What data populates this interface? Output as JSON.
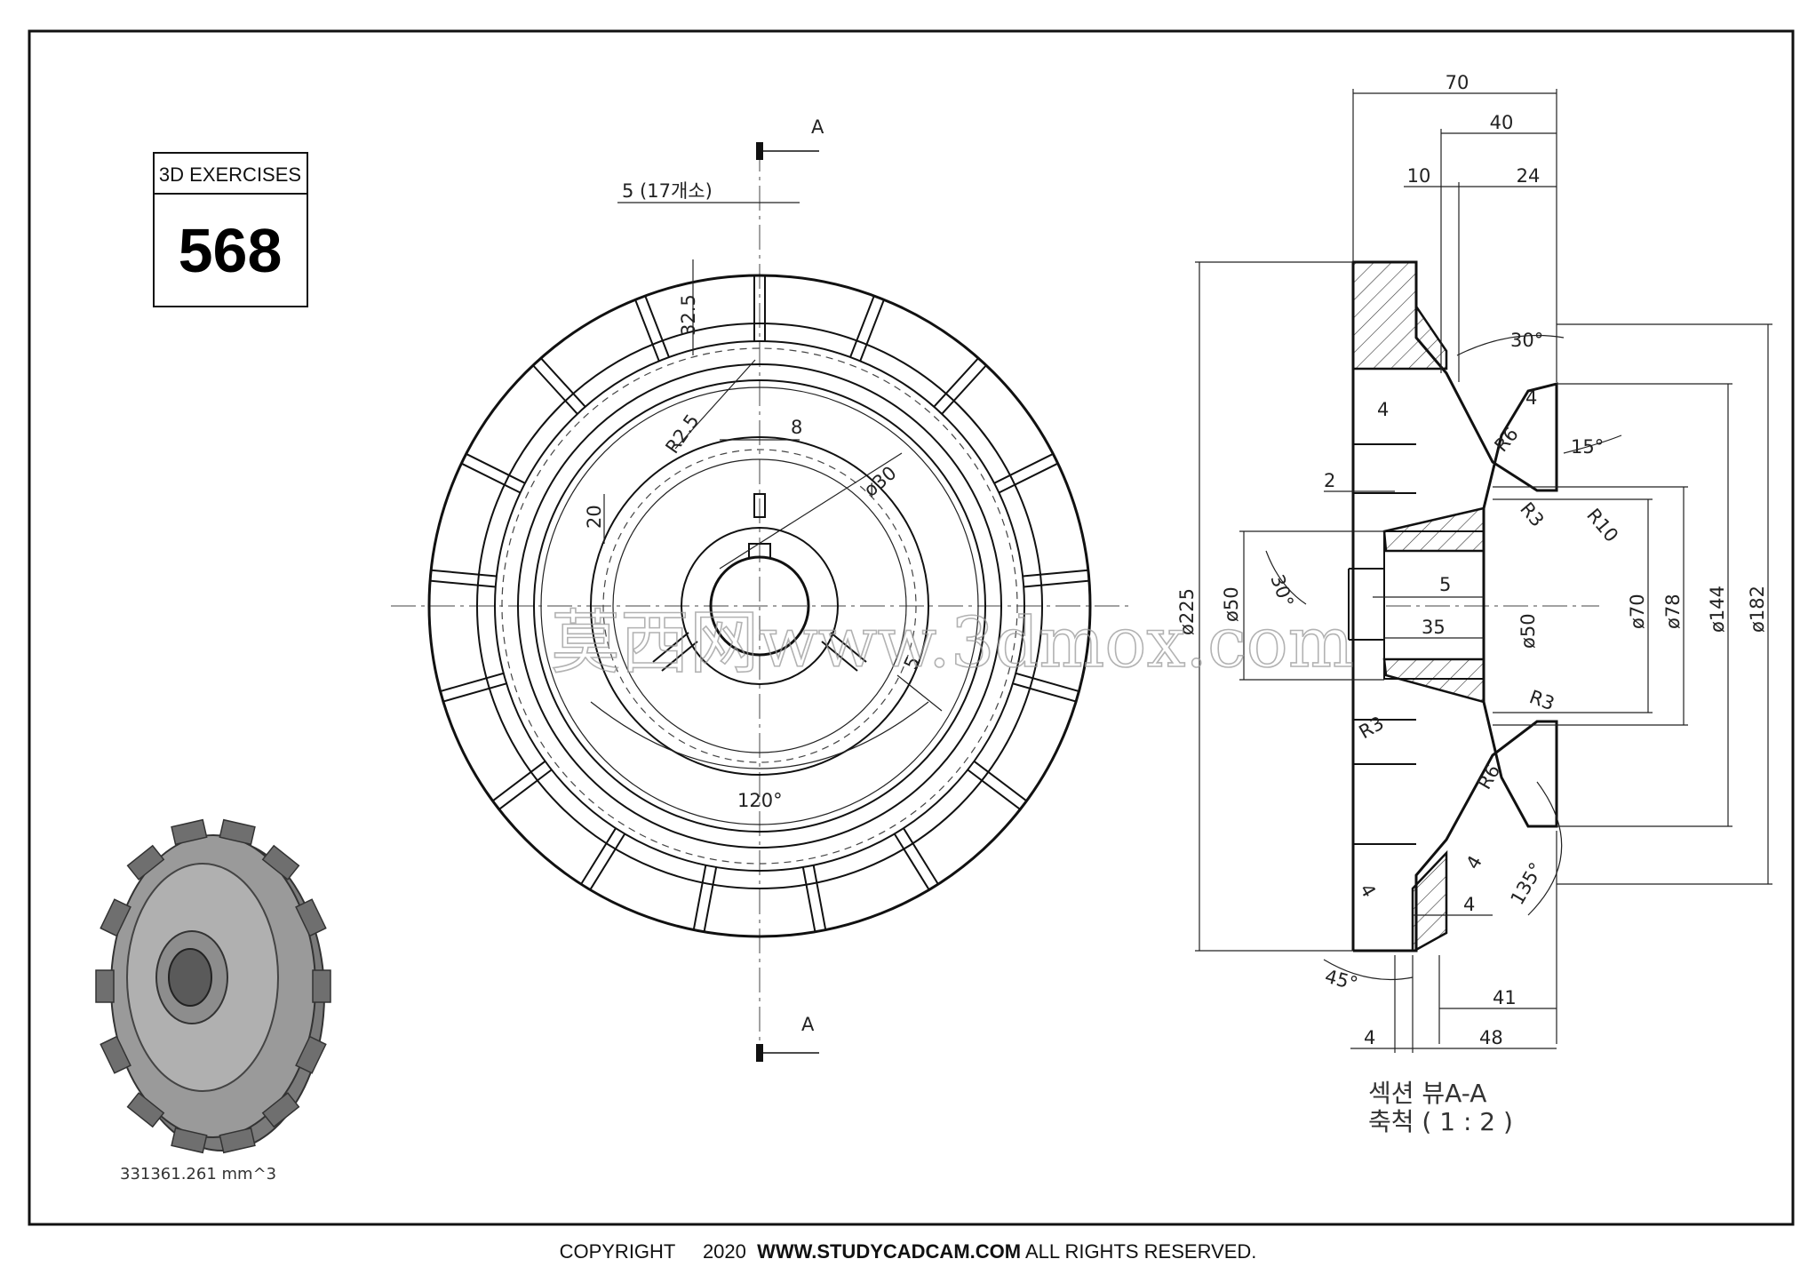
{
  "exercise": {
    "header": "3D EXERCISES",
    "number": "568"
  },
  "footer": {
    "copyright": "COPYRIGHT",
    "year": "2020",
    "site": "WWW.STUDYCADCAM.COM",
    "rights": "ALL RIGHTS RESERVED."
  },
  "watermark": "莫西网www.3dmox.com",
  "volume_label": "331361.261 mm^3",
  "section": {
    "letter": "A",
    "title": "섹션 뷰A-A",
    "scale": "축척 ( 1 : 2 )"
  },
  "front_view_dims": {
    "slot": "5 (17개소)",
    "rib_length": "32.5",
    "fillet": "R2.5",
    "key_width": "8",
    "bore": "ø30",
    "key_depth": "20",
    "spoke_width": "5",
    "angle": "120°"
  },
  "section_view_dims": {
    "top": [
      "70",
      "40",
      "10",
      "24"
    ],
    "left": [
      "ø225",
      "ø50"
    ],
    "angles": [
      "30°",
      "30°",
      "15°",
      "45°",
      "135°"
    ],
    "radii": [
      "R6",
      "R3",
      "R10",
      "R3",
      "R3",
      "R6"
    ],
    "small": [
      "4",
      "4",
      "2",
      "5",
      "35",
      "ø50",
      "4",
      "4",
      "4"
    ],
    "right": [
      "ø70",
      "ø78",
      "ø144",
      "ø182"
    ],
    "bottom": [
      "41",
      "4",
      "48"
    ]
  },
  "colors": {
    "line": "#111111",
    "background": "#ffffff",
    "iso_fill": "#8a8a8a"
  }
}
